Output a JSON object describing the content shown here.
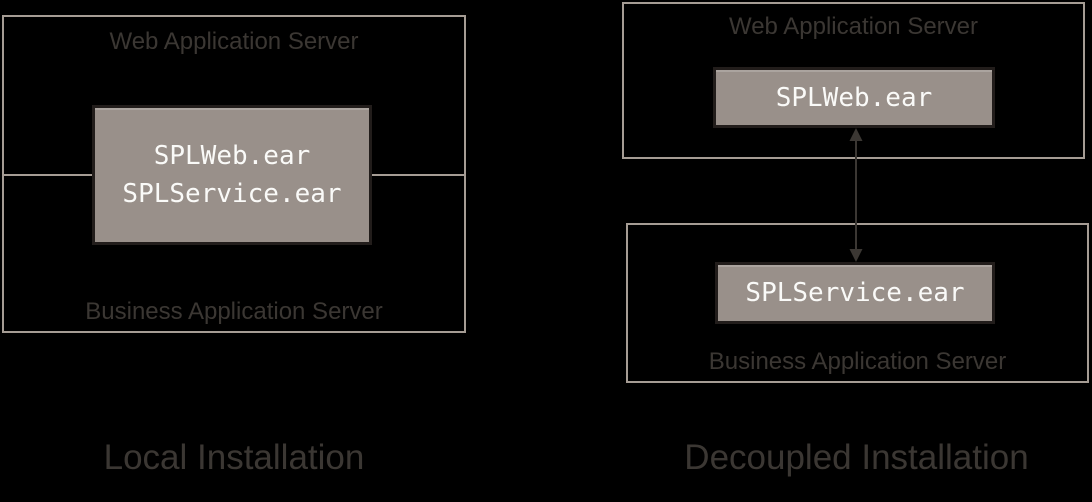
{
  "colors": {
    "background": "#000000",
    "box_border": "#a59c94",
    "ear_fill": "#99908a",
    "ear_border": "#221d1b",
    "ear_text": "#fafaf8",
    "muted_text": "#3b3733",
    "arrow": "#3b3733"
  },
  "local": {
    "title": "Local Installation",
    "web_server_label": "Web Application Server",
    "business_server_label": "Business Application Server",
    "ear_lines": [
      "SPLWeb.ear",
      "SPLService.ear"
    ]
  },
  "decoupled": {
    "title": "Decoupled Installation",
    "web_server_label": "Web Application Server",
    "business_server_label": "Business Application Server",
    "web_ear": "SPLWeb.ear",
    "service_ear": "SPLService.ear"
  }
}
